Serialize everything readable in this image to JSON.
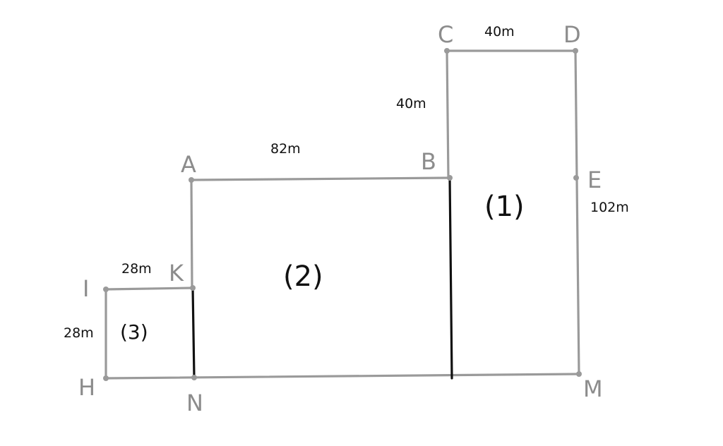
{
  "points": {
    "A": "A",
    "B": "B",
    "C": "C",
    "D": "D",
    "E": "E",
    "I": "I",
    "K": "K",
    "H": "H",
    "N": "N",
    "M": "M"
  },
  "dimensions": {
    "cd": "40m",
    "cb": "40m",
    "ab": "82m",
    "em": "102m",
    "ik": "28m",
    "ih": "28m"
  },
  "regions": {
    "r1": "(1)",
    "r2": "(2)",
    "r3": "(3)"
  },
  "colors": {
    "outline": "#9a9a9a",
    "divider": "#111111",
    "point_label": "#8c8c8c"
  }
}
